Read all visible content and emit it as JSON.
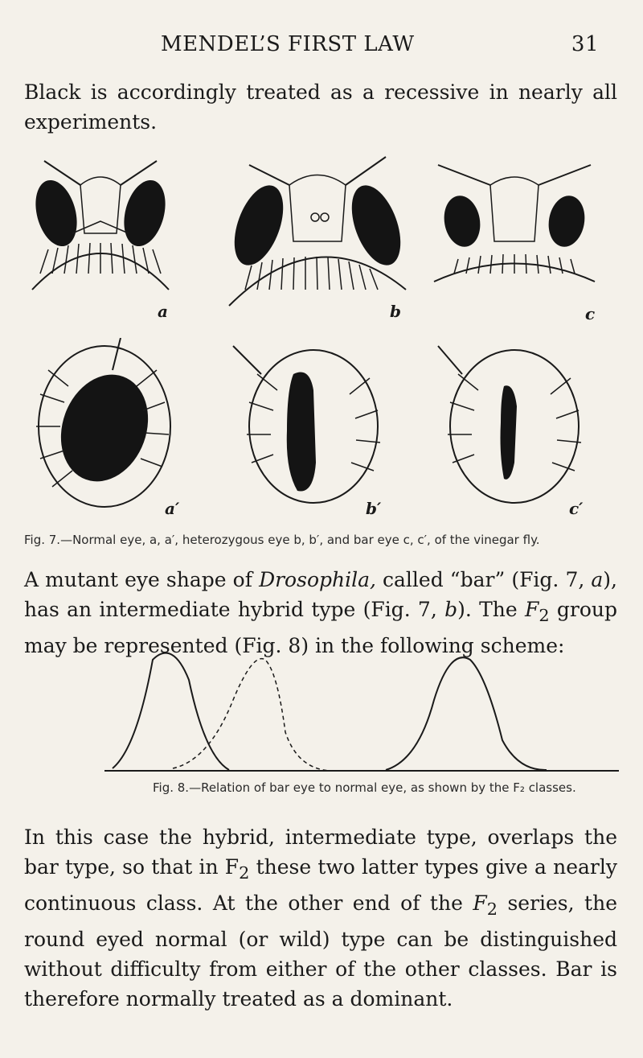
{
  "header": {
    "title": "MENDEL’S FIRST LAW",
    "page_number": "31"
  },
  "paragraph1": "Black is accordingly treated as a recessive in nearly all experiments.",
  "figure7": {
    "panel_labels": [
      "a",
      "b",
      "c",
      "a′",
      "b′",
      "c′"
    ],
    "caption": "Fig. 7.—Normal eye, a, a′, heterozygous eye b, b′, and bar eye c, c′, of the vinegar fly."
  },
  "paragraph2": {
    "part1": "A mutant eye shape of ",
    "italic1": "Drosophila,",
    "part2": " called “bar” (Fig. 7, ",
    "italic2": "a",
    "part3": "), has an intermediate hybrid type (Fig. 7, ",
    "italic3": "b",
    "part4": "). The ",
    "italic4": "F",
    "sub4": "2",
    "part5": " group may be represented (Fig. 8) in the following scheme:"
  },
  "figure8": {
    "caption": "Fig. 8.—Relation of bar eye to normal eye, as shown by the F₂ classes."
  },
  "paragraph3": {
    "part1": "In this case the hybrid, intermediate type, overlaps the bar type, so that in F",
    "sub1": "2",
    "part2": " these two latter types give a nearly continuous class. At the other end of the ",
    "italic2": "F",
    "sub2": "2",
    "part3": " series, the round eyed normal (or wild) type can be distinguished without difficulty from either of the other classes. Bar is therefore normally treated as a dominant."
  },
  "colors": {
    "paper": "#f4f1ea",
    "ink": "#1a1a1a"
  }
}
